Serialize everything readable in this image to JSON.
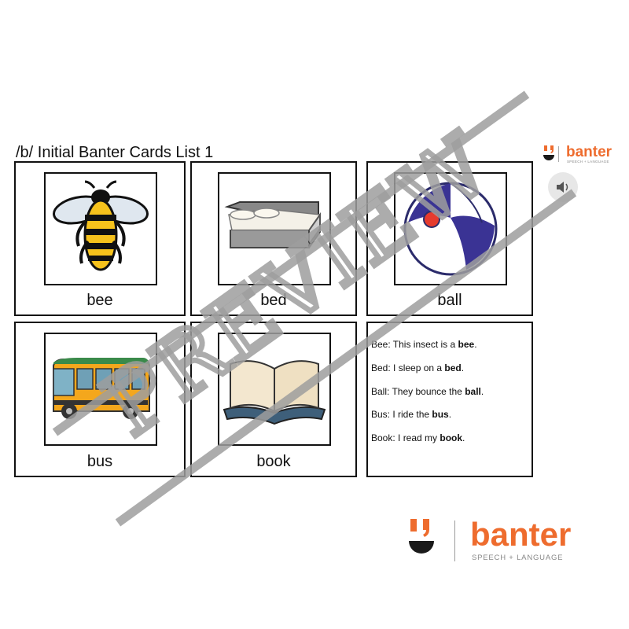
{
  "title": "/b/ Initial Banter Cards List 1",
  "cards": [
    {
      "word": "bee",
      "icon": "bee-icon"
    },
    {
      "word": "bed",
      "icon": "bed-icon"
    },
    {
      "word": "ball",
      "icon": "beach-ball-icon"
    },
    {
      "word": "bus",
      "icon": "bus-icon"
    },
    {
      "word": "book",
      "icon": "book-icon"
    }
  ],
  "sentences": [
    {
      "pre": "Bee: This insect is a ",
      "key": "bee",
      "post": "."
    },
    {
      "pre": "Bed: I sleep on a ",
      "key": "bed",
      "post": "."
    },
    {
      "pre": "Ball: They bounce the ",
      "key": "ball",
      "post": "."
    },
    {
      "pre": "Bus: I ride the ",
      "key": "bus",
      "post": "."
    },
    {
      "pre": "Book: I read my ",
      "key": "book",
      "post": "."
    }
  ],
  "logo": {
    "brand": "banter",
    "tagline_small": "SPEECH + LANGUAGE",
    "tagline_large": "SPEECH + LANGUAGE"
  },
  "watermark": "PREVIEW",
  "colors": {
    "brand_orange": "#ee6c2e",
    "logo_dark": "#1a1a1a",
    "watermark_gray": "#9e9e9e"
  }
}
